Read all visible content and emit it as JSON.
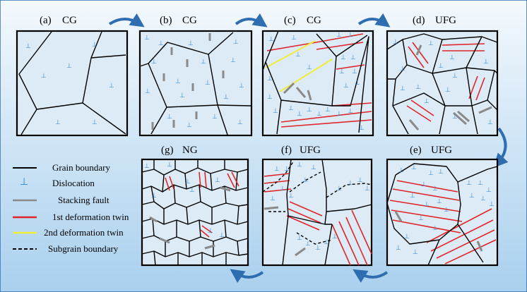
{
  "panels": {
    "a": {
      "letter": "(a)",
      "name": "CG"
    },
    "b": {
      "letter": "(b)",
      "name": "CG"
    },
    "c": {
      "letter": "(c)",
      "name": "CG"
    },
    "d": {
      "letter": "(d)",
      "name": "UFG"
    },
    "e": {
      "letter": "(e)",
      "name": "UFG"
    },
    "f": {
      "letter": "(f)",
      "name": "UFG"
    },
    "g": {
      "letter": "(g)",
      "name": "NG"
    }
  },
  "legend": [
    {
      "label": "Grain boundary",
      "style": "solid-black"
    },
    {
      "label": "Dislocation",
      "style": "dislocation-symbol"
    },
    {
      "label": "Stacking fault",
      "style": "gray"
    },
    {
      "label": "1st deformation twin",
      "style": "red"
    },
    {
      "label": "2nd deformation twin",
      "style": "yellow"
    },
    {
      "label": "Subgrain boundary",
      "style": "dashed-black"
    }
  ],
  "colors": {
    "background_gradient_top": "#f4f9fd",
    "background_gradient_bottom": "#a9d0ee",
    "panel_fill": "#dcebf6",
    "dislocation": "#2f86d0",
    "arrow": "#2f6db1",
    "twin_1st": "#e0262b",
    "twin_2nd": "#f2ec3a",
    "stacking_fault": "#8a8a8a"
  },
  "dislocation_glyph": "⊥"
}
